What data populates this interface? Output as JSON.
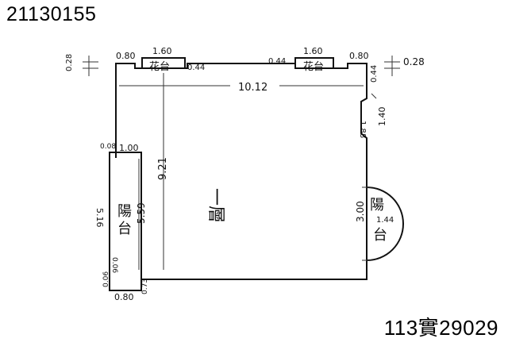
{
  "header": {
    "plan_id": "21130155"
  },
  "footer": {
    "case_code": "113實29029"
  },
  "plan": {
    "rooms": {
      "main_floor": "一層",
      "left_balcony": [
        "陽",
        "台"
      ],
      "right_balcony": [
        "陽",
        "台"
      ],
      "planter_left": "花台",
      "planter_right": "花台"
    },
    "dimensions": {
      "overall_width": "10.12",
      "overall_depth": "9.21",
      "left_depth": "5.59",
      "balcony_depth": "5.16",
      "left_step_top": "1.00",
      "left_step_low": "0.80",
      "left_small_a": "0.08",
      "left_small_b": "0.06",
      "left_small_c": "0.06",
      "right_side_a": "0.44",
      "right_side_b": "1.40",
      "right_side_c": "1.88",
      "right_balcony_w": "3.00",
      "right_balcony_d": "1.44",
      "planter_left_w": "1.60",
      "planter_left_gap": "0.80",
      "planter_left_d": "0.44",
      "planter_right_w": "1.60",
      "planter_right_gap": "0.80",
      "planter_right_d": "0.44",
      "left_offset": "0.28",
      "right_offset": "0.28",
      "lower_tag": "0.73"
    }
  }
}
